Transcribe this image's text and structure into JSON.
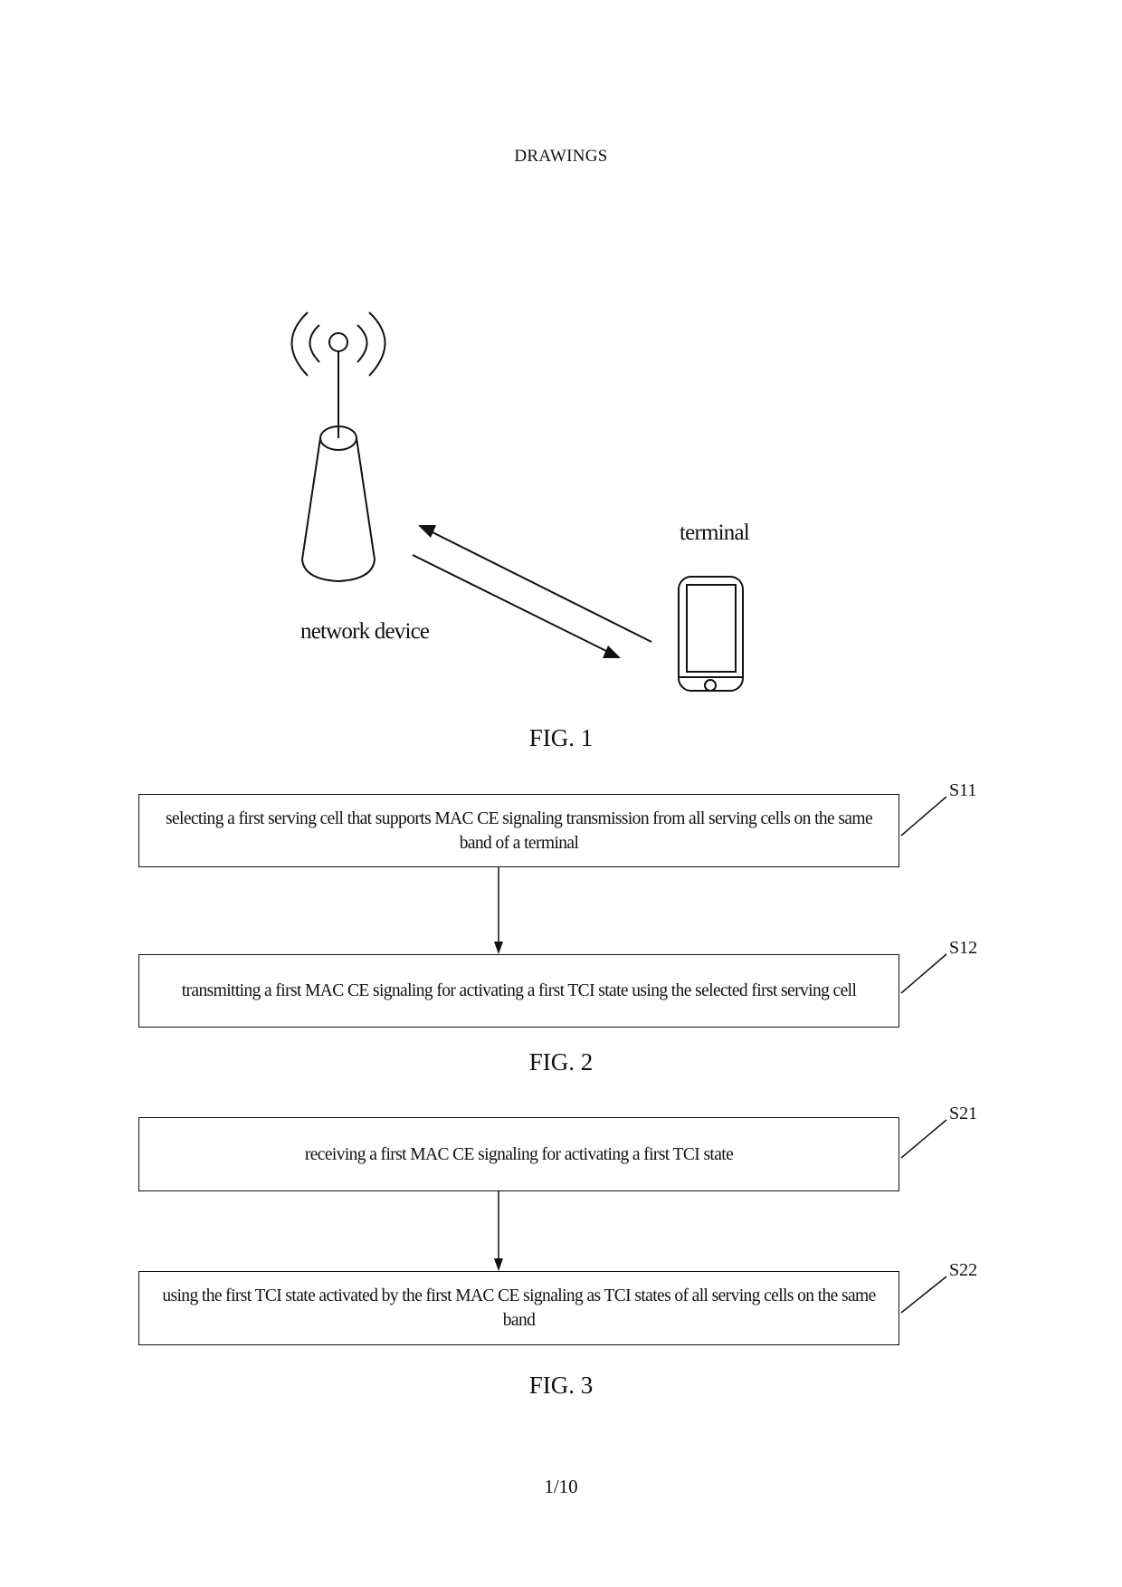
{
  "page": {
    "header": "DRAWINGS",
    "page_number": "1/10"
  },
  "fig1": {
    "caption": "FIG. 1",
    "network_device_label": "network device",
    "terminal_label": "terminal"
  },
  "fig2": {
    "caption": "FIG. 2",
    "steps": [
      {
        "id": "S11",
        "text": "selecting a first serving cell that supports MAC CE signaling transmission from all serving cells on the same band of a terminal"
      },
      {
        "id": "S12",
        "text": "transmitting a first MAC CE signaling for activating a first TCI state using the selected first serving cell"
      }
    ]
  },
  "fig3": {
    "caption": "FIG. 3",
    "steps": [
      {
        "id": "S21",
        "text": "receiving a first MAC CE signaling for activating a first TCI state"
      },
      {
        "id": "S22",
        "text": "using the first TCI state activated by the first MAC CE signaling as TCI states of all serving cells on the same band"
      }
    ]
  }
}
